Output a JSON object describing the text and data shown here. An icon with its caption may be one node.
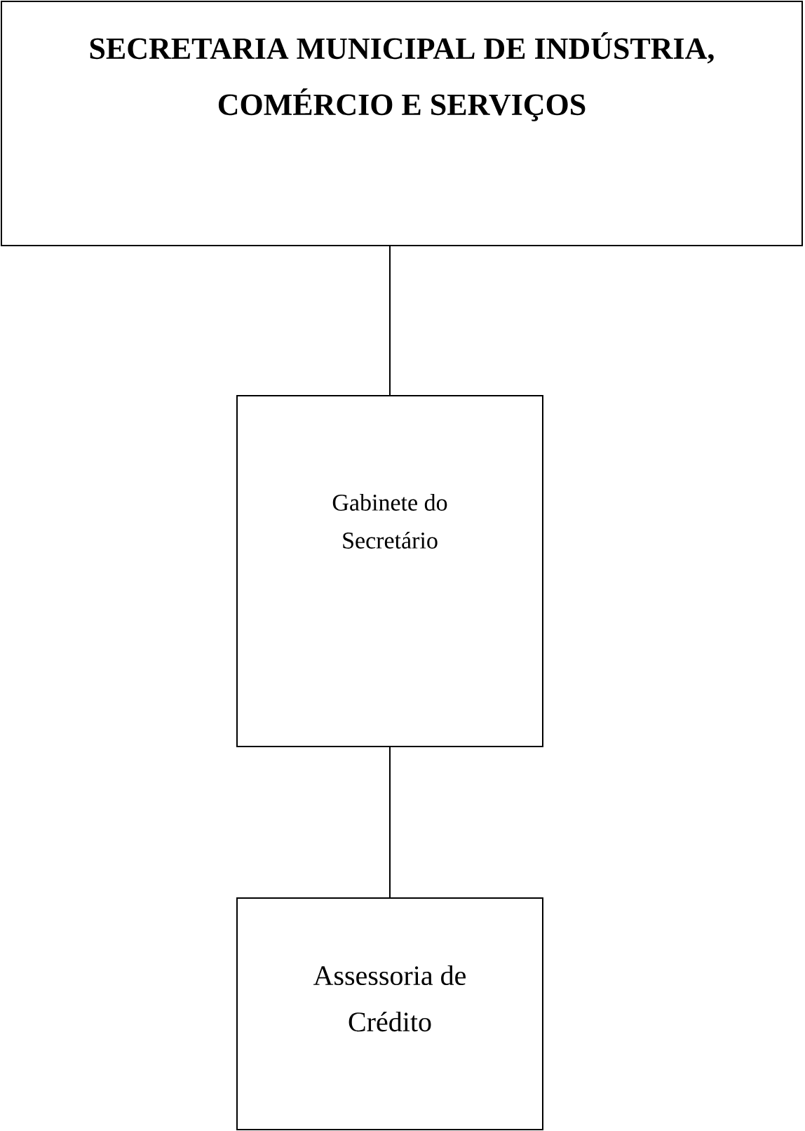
{
  "diagram": {
    "nodes": [
      {
        "text": [
          "SECRETARIA MUNICIPAL DE INDÚSTRIA, COMÉRCIO E SERVIÇOS"
        ]
      },
      {
        "text": [
          "Gabinete do Secretário"
        ]
      },
      {
        "text": [
          "Assessoria de Crédito"
        ]
      }
    ],
    "edges": [
      {
        "from": 0,
        "to": 1,
        "arrow": "none"
      },
      {
        "from": 1,
        "to": 2,
        "arrow": "none"
      }
    ]
  }
}
